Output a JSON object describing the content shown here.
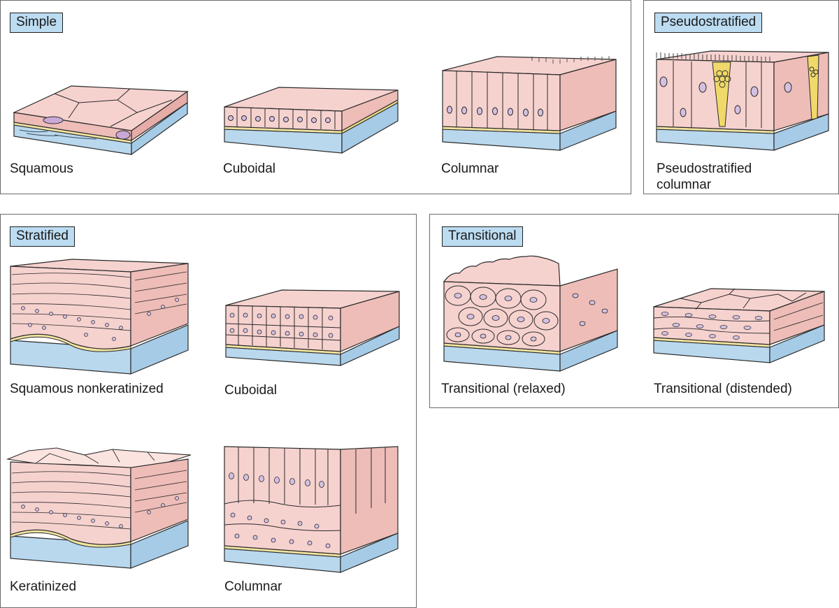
{
  "colors": {
    "cell_fill": "#f6d2cf",
    "cell_side": "#eebdb8",
    "cell_stroke": "#2a2a2a",
    "nucleus": "#d4c1e0",
    "basement": "#f2e4a0",
    "connective": "#b9d8ee",
    "goblet": "#f0d96a",
    "label_bg": "#bcdcf2"
  },
  "panels": {
    "simple": {
      "label": "Simple",
      "items": [
        {
          "caption": "Squamous"
        },
        {
          "caption": "Cuboidal"
        },
        {
          "caption": "Columnar"
        }
      ]
    },
    "pseudostratified": {
      "label": "Pseudostratified",
      "items": [
        {
          "caption": "Pseudostratified columnar"
        }
      ]
    },
    "stratified": {
      "label": "Stratified",
      "items": [
        {
          "caption": "Squamous nonkeratinized"
        },
        {
          "caption": "Cuboidal"
        },
        {
          "caption": "Keratinized"
        },
        {
          "caption": "Columnar"
        }
      ]
    },
    "transitional": {
      "label": "Transitional",
      "items": [
        {
          "caption": "Transitional (relaxed)"
        },
        {
          "caption": "Transitional (distended)"
        }
      ]
    }
  }
}
